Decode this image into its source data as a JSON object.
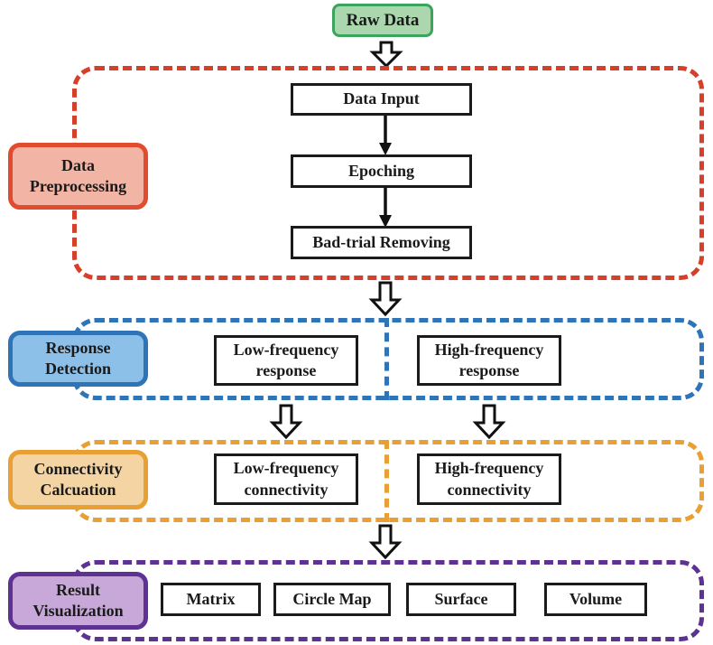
{
  "diagram": {
    "type": "flowchart",
    "nodes": {
      "raw_data": "Raw Data",
      "data_input": "Data Input",
      "epoching": "Epoching",
      "bad_trial": "Bad-trial Removing",
      "low_freq_response": "Low-frequency\nresponse",
      "high_freq_response": "High-frequency\nresponse",
      "low_freq_connectivity": "Low-frequency\nconnectivity",
      "high_freq_connectivity": "High-frequency\nconnectivity",
      "matrix": "Matrix",
      "circle_map": "Circle Map",
      "surface": "Surface",
      "volume": "Volume"
    },
    "stages": {
      "preprocessing": {
        "label": "Data\nPreprocessing",
        "fill": "#f2b5a5",
        "border": "#e14b2e",
        "dash": "#d6402a"
      },
      "response": {
        "label": "Response\nDetection",
        "fill": "#8dc0e8",
        "border": "#2e74b6",
        "dash": "#2e74b6"
      },
      "connectivity": {
        "label": "Connectivity\nCalcuation",
        "fill": "#f4d4a3",
        "border": "#e8a035",
        "dash": "#e8a035"
      },
      "visualization": {
        "label": "Result\nVisualization",
        "fill": "#c7a8d9",
        "border": "#5e3292",
        "dash": "#5e3292"
      }
    },
    "colors": {
      "raw_fill": "#abd6ae",
      "raw_border": "#3aa45c",
      "node_border": "#1b1b1b",
      "text": "#1a1a1a",
      "background": "#ffffff"
    },
    "flow": [
      "Raw Data -> Data Preprocessing (Data Input -> Epoching -> Bad-trial Removing)",
      "Data Preprocessing -> Response Detection (Low-frequency response | High-frequency response)",
      "Response Detection -> Connectivity Calcuation (Low-frequency connectivity | High-frequency connectivity)",
      "Connectivity Calcuation -> Result Visualization (Matrix, Circle Map, Surface, Volume)"
    ]
  }
}
